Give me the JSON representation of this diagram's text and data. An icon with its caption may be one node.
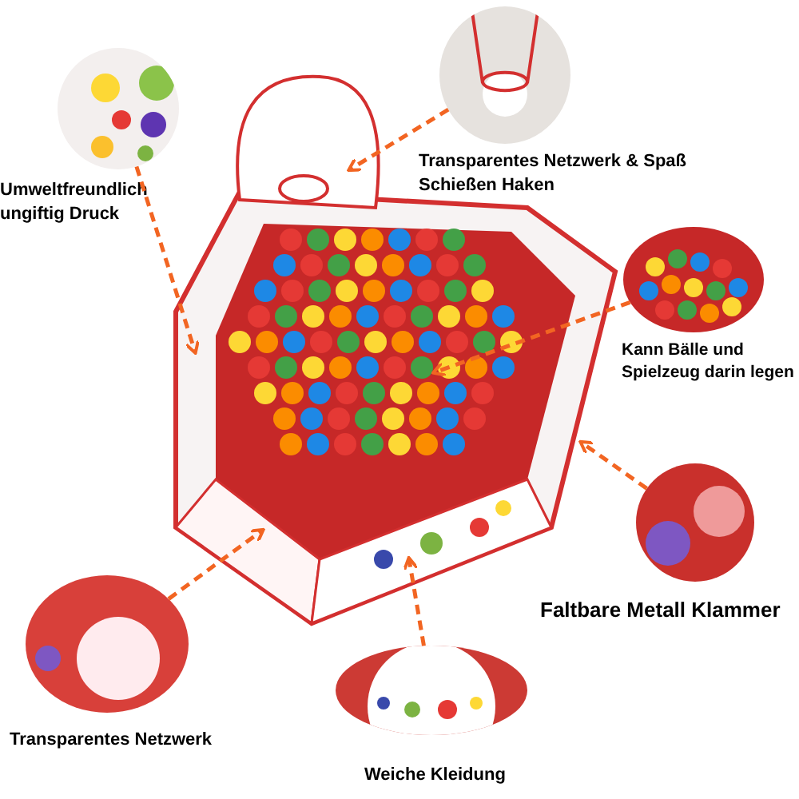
{
  "diagram": {
    "nodes": [
      {
        "text": [],
        "shape": "picture"
      },
      {
        "text": [],
        "shape": "picture",
        "beside": [
          "Umweltfreundlich ungiftig Druck"
        ]
      },
      {
        "text": [],
        "shape": "picture",
        "beside": [
          "Transparentes Netzwerk & Spaß Schießen Haken"
        ]
      },
      {
        "text": [],
        "shape": "picture",
        "beside": [
          "Kann Bälle und Spielzeug darin legen"
        ]
      },
      {
        "text": [],
        "shape": "picture"
      },
      {
        "text": [],
        "shape": "picture",
        "beside": [
          "Transparentes Netzwerk"
        ]
      },
      {
        "text": [],
        "shape": "picture",
        "beside": [
          "Weiche Kleidung"
        ]
      }
    ],
    "edges": [
      {
        "from": 1,
        "to": 0,
        "arrow": "to",
        "style": "dashed"
      },
      {
        "from": 2,
        "to": 0,
        "arrow": "to",
        "style": "dashed"
      },
      {
        "from": 3,
        "to": 0,
        "arrow": "to",
        "style": "dashed"
      },
      {
        "from": 4,
        "to": 0,
        "arrow": "to",
        "style": "dashed"
      },
      {
        "from": 5,
        "to": 0,
        "arrow": "to",
        "style": "dashed"
      },
      {
        "from": 6,
        "to": 0,
        "arrow": "to",
        "style": "dashed"
      }
    ],
    "labels": [
      "Faltbare Metall Klammer"
    ]
  }
}
